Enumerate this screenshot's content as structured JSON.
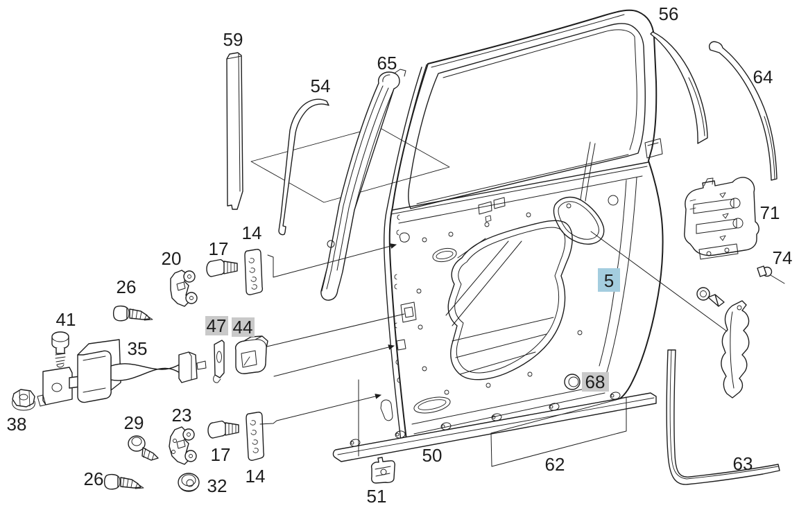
{
  "colors": {
    "background": "#ffffff",
    "line": "#1d1d1d",
    "label_text": "#1d1d1d",
    "highlight_blue_bg": "#a4cddf",
    "highlight_blue_text": "#253f4b",
    "highlight_gray_bg": "#c9c9c9",
    "highlight_gray_text": "#8f8f8f"
  },
  "labels": [
    {
      "text": "59",
      "highlight": "none"
    },
    {
      "text": "54",
      "highlight": "none"
    },
    {
      "text": "65",
      "highlight": "none"
    },
    {
      "text": "56",
      "highlight": "none"
    },
    {
      "text": "64",
      "highlight": "none"
    },
    {
      "text": "71",
      "highlight": "none"
    },
    {
      "text": "74",
      "highlight": "none"
    },
    {
      "text": "5",
      "highlight": "blue"
    },
    {
      "text": "14",
      "highlight": "none"
    },
    {
      "text": "17",
      "highlight": "none"
    },
    {
      "text": "20",
      "highlight": "none"
    },
    {
      "text": "26",
      "highlight": "none"
    },
    {
      "text": "41",
      "highlight": "none"
    },
    {
      "text": "35",
      "highlight": "none"
    },
    {
      "text": "47",
      "highlight": "gray"
    },
    {
      "text": "44",
      "highlight": "gray"
    },
    {
      "text": "38",
      "highlight": "none"
    },
    {
      "text": "29",
      "highlight": "none"
    },
    {
      "text": "23",
      "highlight": "none"
    },
    {
      "text": "17",
      "highlight": "none"
    },
    {
      "text": "14",
      "highlight": "none"
    },
    {
      "text": "26",
      "highlight": "none"
    },
    {
      "text": "32",
      "highlight": "none"
    },
    {
      "text": "50",
      "highlight": "none"
    },
    {
      "text": "51",
      "highlight": "none"
    },
    {
      "text": "62",
      "highlight": "none"
    },
    {
      "text": "63",
      "highlight": "none"
    },
    {
      "text": "68",
      "highlight": "gray"
    }
  ]
}
